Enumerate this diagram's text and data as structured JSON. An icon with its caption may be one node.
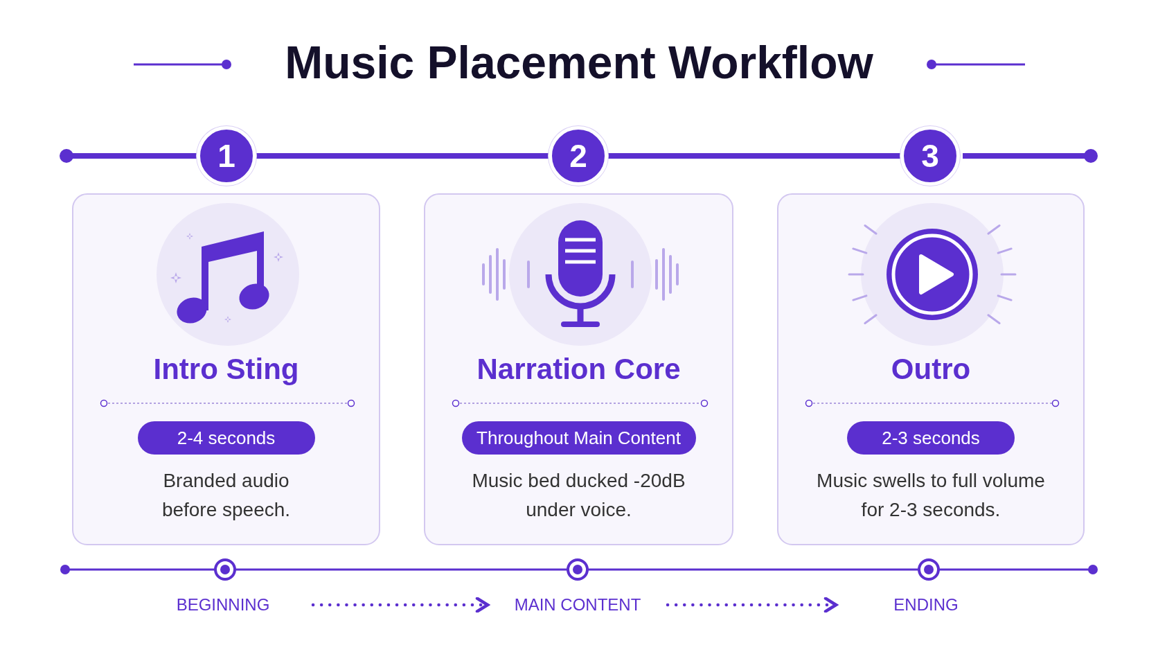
{
  "diagram": {
    "title": "Music Placement Workflow",
    "nodes": [
      {
        "text": [
          "1"
        ]
      },
      {
        "text": [
          "Intro Sting",
          "Branded audio before speech."
        ]
      },
      {
        "text": [
          "2-4 seconds"
        ],
        "in": 1
      },
      {
        "text": [
          "2"
        ]
      },
      {
        "text": [
          "Narration Core",
          "Music bed ducked -20dB under voice."
        ]
      },
      {
        "text": [
          "Throughout Main Content"
        ],
        "in": 4
      },
      {
        "text": [
          "3"
        ]
      },
      {
        "text": [
          "Outro",
          "Music swells to full volume for 2-3 seconds."
        ]
      },
      {
        "text": [
          "2-3 seconds"
        ],
        "in": 7
      },
      {
        "text": [
          "BEGINNING"
        ]
      },
      {
        "text": [
          "MAIN CONTENT"
        ]
      },
      {
        "text": [
          "ENDING"
        ]
      }
    ],
    "edges": [
      {
        "from": 0,
        "to": 3,
        "arrow": "none"
      },
      {
        "from": 3,
        "to": 6,
        "arrow": "none"
      },
      {
        "from": 9,
        "to": 10,
        "arrow": "to",
        "style": "dashed"
      },
      {
        "from": 10,
        "to": 11,
        "arrow": "to",
        "style": "dashed"
      }
    ]
  }
}
